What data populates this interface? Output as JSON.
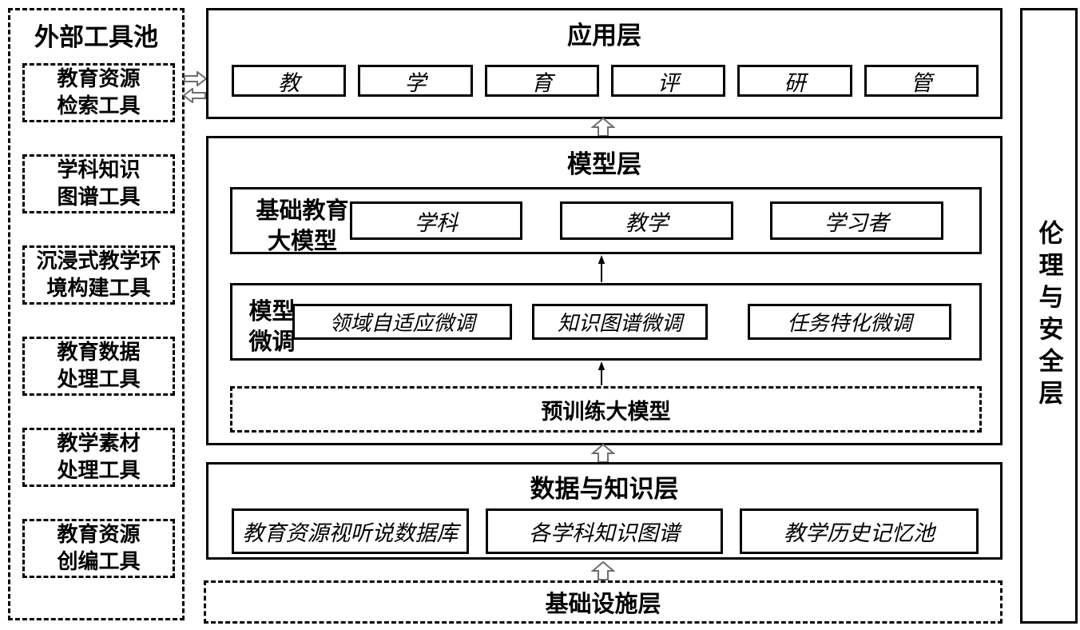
{
  "diagram_colors": {
    "line": "#000000",
    "background": "#ffffff",
    "hollow_arrow_outline": "#6e6e6e"
  },
  "icons": {
    "up_arrow": "⇧",
    "right_arrow": "⇨",
    "left_arrow": "⇦",
    "thin_up_arrow": "↑"
  },
  "external_tools": {
    "title": "外部工具池",
    "items": [
      {
        "label": "教育资源\n检索工具"
      },
      {
        "label": "学科知识\n图谱工具"
      },
      {
        "label": "沉浸式教学环\n境构建工具"
      },
      {
        "label": "教育数据\n处理工具"
      },
      {
        "label": "教学素材\n处理工具"
      },
      {
        "label": "教育资源\n创编工具"
      }
    ]
  },
  "layers": {
    "application": {
      "title": "应用层",
      "boxes": [
        {
          "label": "教"
        },
        {
          "label": "学"
        },
        {
          "label": "育"
        },
        {
          "label": "评"
        },
        {
          "label": "研"
        },
        {
          "label": "管"
        }
      ]
    },
    "model": {
      "title": "模型层",
      "foundation": {
        "label": "基础教育\n大模型",
        "boxes": [
          {
            "label": "学科"
          },
          {
            "label": "教学"
          },
          {
            "label": "学习者"
          }
        ]
      },
      "finetune": {
        "label": "模型\n微调",
        "boxes": [
          {
            "label": "领域自适应微调"
          },
          {
            "label": "知识图谱微调"
          },
          {
            "label": "任务特化微调"
          }
        ]
      },
      "pretrained": {
        "label": "预训练大模型"
      }
    },
    "data_knowledge": {
      "title": "数据与知识层",
      "boxes": [
        {
          "label": "教育资源视听说数据库"
        },
        {
          "label": "各学科知识图谱"
        },
        {
          "label": "教学历史记忆池"
        }
      ]
    },
    "infrastructure": {
      "title": "基础设施层"
    },
    "ethics_security": {
      "title": "伦理与安全层"
    }
  }
}
